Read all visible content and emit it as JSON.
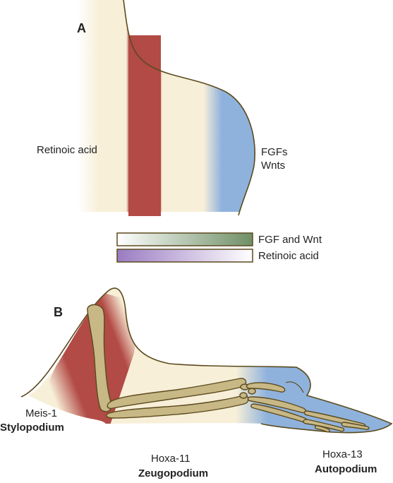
{
  "panel_a": {
    "letter": "A",
    "left_label": "Retinoic acid",
    "right_label_line1": "FGFs",
    "right_label_line2": "Wnts",
    "gradient_bars": [
      {
        "label": "FGF and Wnt",
        "color": "#6f8f66"
      },
      {
        "label": "Retinoic acid",
        "color": "#9a7bc2"
      }
    ]
  },
  "panel_b": {
    "letter": "B",
    "segments": [
      {
        "gene": "Meis-1",
        "region": "Stylopodium",
        "color": "#b24a45"
      },
      {
        "gene": "Hoxa-11",
        "region": "Zeugopodium",
        "color": "#f7efd8"
      },
      {
        "gene": "Hoxa-13",
        "region": "Autopodium",
        "color": "#8fb2dd"
      }
    ]
  },
  "colors": {
    "outline": "#5b4a1e",
    "limb_fill": "#f7efd8",
    "proximal_red": "#b24a45",
    "distal_blue": "#8fb2dd",
    "bone": "#c7b886"
  }
}
